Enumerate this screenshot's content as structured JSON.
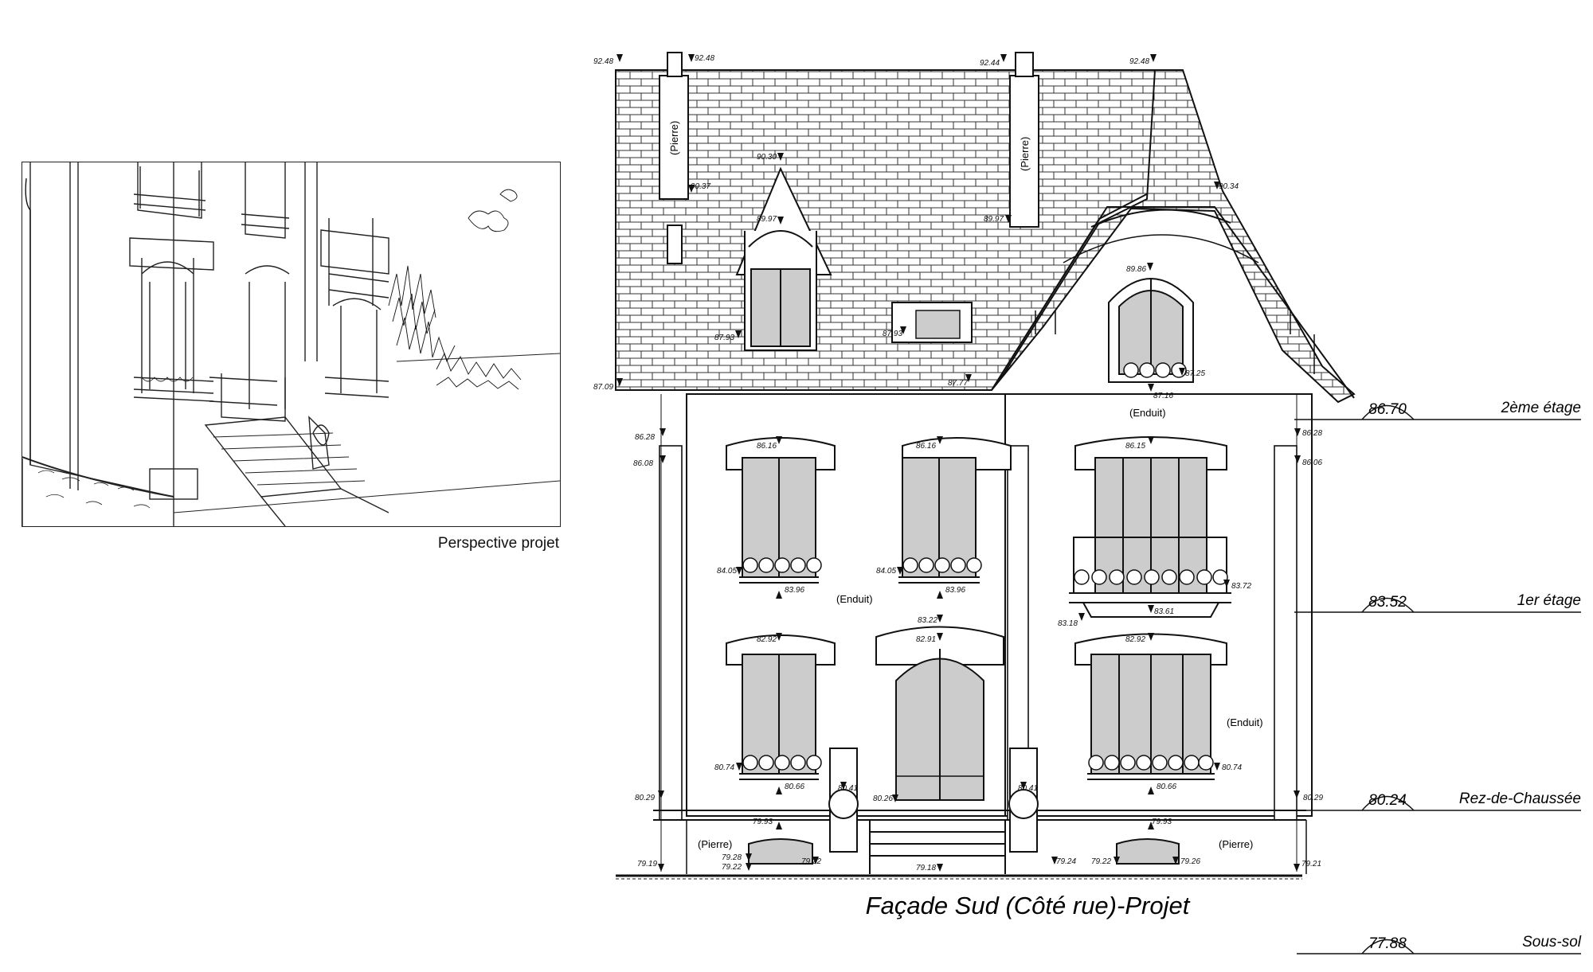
{
  "perspective": {
    "caption": "Perspective projet"
  },
  "title": "Façade Sud (Côté rue)-Projet",
  "levels": [
    {
      "value": "86.70",
      "label": "2ème étage"
    },
    {
      "value": "83.52",
      "label": "1er étage"
    },
    {
      "value": "80.24",
      "label": "Rez-de-Chaussée"
    },
    {
      "value": "77.88",
      "label": "Sous-sol"
    }
  ],
  "materials": {
    "stone": "(Pierre)",
    "render": "(Enduit)"
  },
  "elevations": {
    "roof_top_left": "92.48",
    "roof_top_left2": "92.48",
    "roof_top_mid": "92.44",
    "roof_top_right": "92.48",
    "dormer_top": "90.30",
    "chimney_left_base": "90.37",
    "dormer_sill_top": "89.97",
    "chimney_right_base": "89.97",
    "gable_eave": "90.34",
    "gable_window_top": "89.86",
    "gable_window_sill": "87.25",
    "gable_base": "87.16",
    "dormer_base": "87.93",
    "roof_window_base": "87.93",
    "eave_left": "87.09",
    "eave_mid": "87.77",
    "cornice_left": "86.28",
    "cornice_left2": "86.08",
    "cornice_right": "86.28",
    "cornice_right2": "86.06",
    "w1_top": "86.16",
    "w2_top": "86.16",
    "w3_top": "86.15",
    "w1_sill": "84.05",
    "w2_sill": "84.05",
    "w1_base": "83.96",
    "w2_base": "83.96",
    "w3_sill": "83.72",
    "balcony_base": "83.61",
    "balcony_under": "83.18",
    "door_lintel": "83.22",
    "gw1_top": "82.92",
    "door_top": "82.91",
    "gw3_top": "82.92",
    "gw1_sill": "80.74",
    "gw3_sill": "80.74",
    "gw1_base": "80.66",
    "gw3_base": "80.66",
    "pier_left_top": "80.41",
    "pier_right_top": "80.41",
    "door_sill": "80.26",
    "plinth_left": "80.29",
    "plinth_right": "80.29",
    "base_left": "79.93",
    "base_right": "79.93",
    "ground_left": "79.19",
    "vent_left_a": "79.28",
    "vent_left_b": "79.22",
    "vent_left_c": "79.22",
    "ground_mid": "79.18",
    "ground_mid2": "79.24",
    "vent_right_a": "79.22",
    "vent_right_b": "79.26",
    "ground_right": "79.21"
  }
}
